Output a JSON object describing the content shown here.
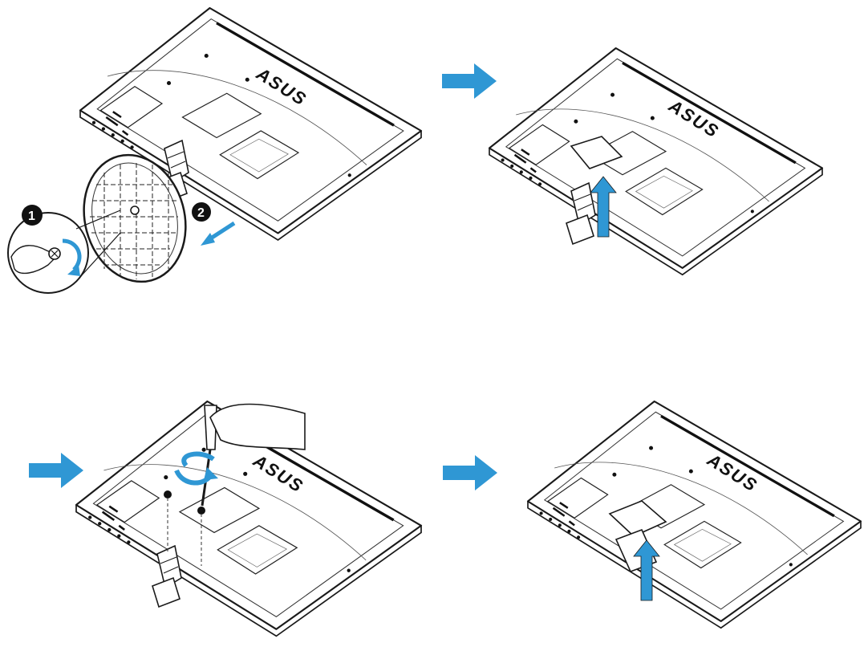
{
  "logo": "ASUS",
  "callouts": [
    "1",
    "2"
  ],
  "colors": {
    "arrow": "#2f97d4",
    "line": "#1a1a1a",
    "fill": "#ffffff"
  },
  "icons": [
    "flow-arrow-icon",
    "rotate-arrow-icon",
    "lift-arrow-icon",
    "screwdriver-icon",
    "hand-icon",
    "stand-base-icon",
    "screw-icon"
  ]
}
